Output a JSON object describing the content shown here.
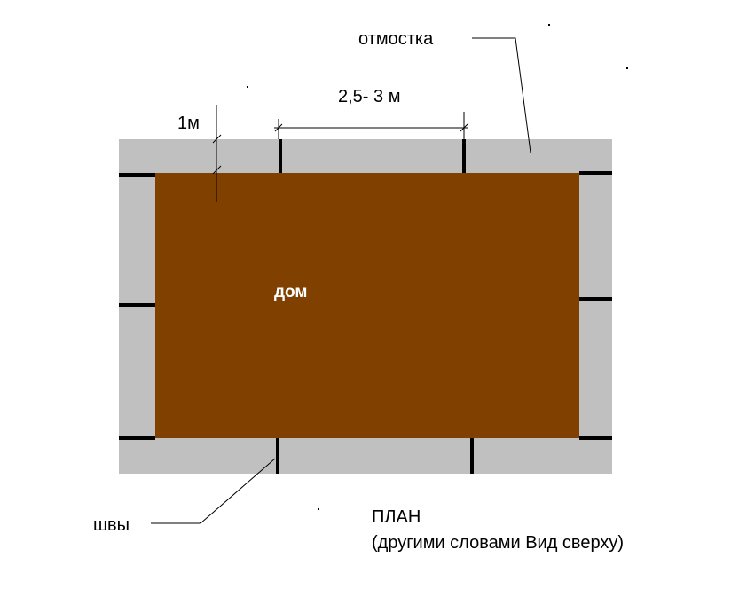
{
  "labels": {
    "otmostka": "отмостка",
    "width_dim": "2,5- 3 м",
    "one_m": "1м",
    "house": "дом",
    "seams": "швы",
    "plan_title": "ПЛАН",
    "plan_subtitle": "(другими словами Вид сверху)"
  },
  "colors": {
    "background": "#ffffff",
    "apron": "#c0c0c0",
    "house": "#804000",
    "seam": "#000000",
    "house_text": "#ffffff"
  }
}
